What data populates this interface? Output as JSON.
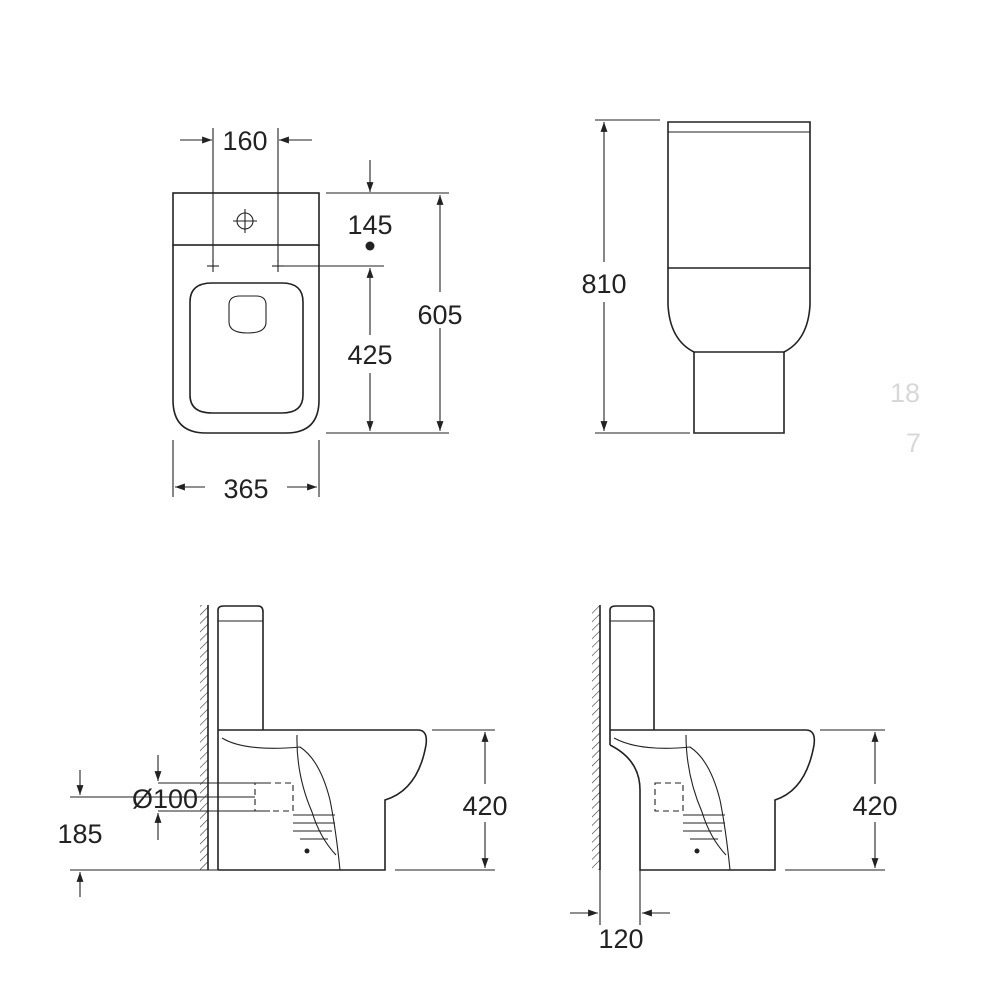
{
  "dims": {
    "top_width_inlets": "160",
    "inlet_to_wall": "145",
    "inlet_to_front": "425",
    "total_depth": "605",
    "width": "365",
    "height_total": "810",
    "pan_height_side": "420",
    "outlet_diameter": "Ø100",
    "outlet_height": "185",
    "pan_height_side2": "420",
    "outlet_offset": "120"
  },
  "ghost_marks": [
    "18",
    "7"
  ]
}
